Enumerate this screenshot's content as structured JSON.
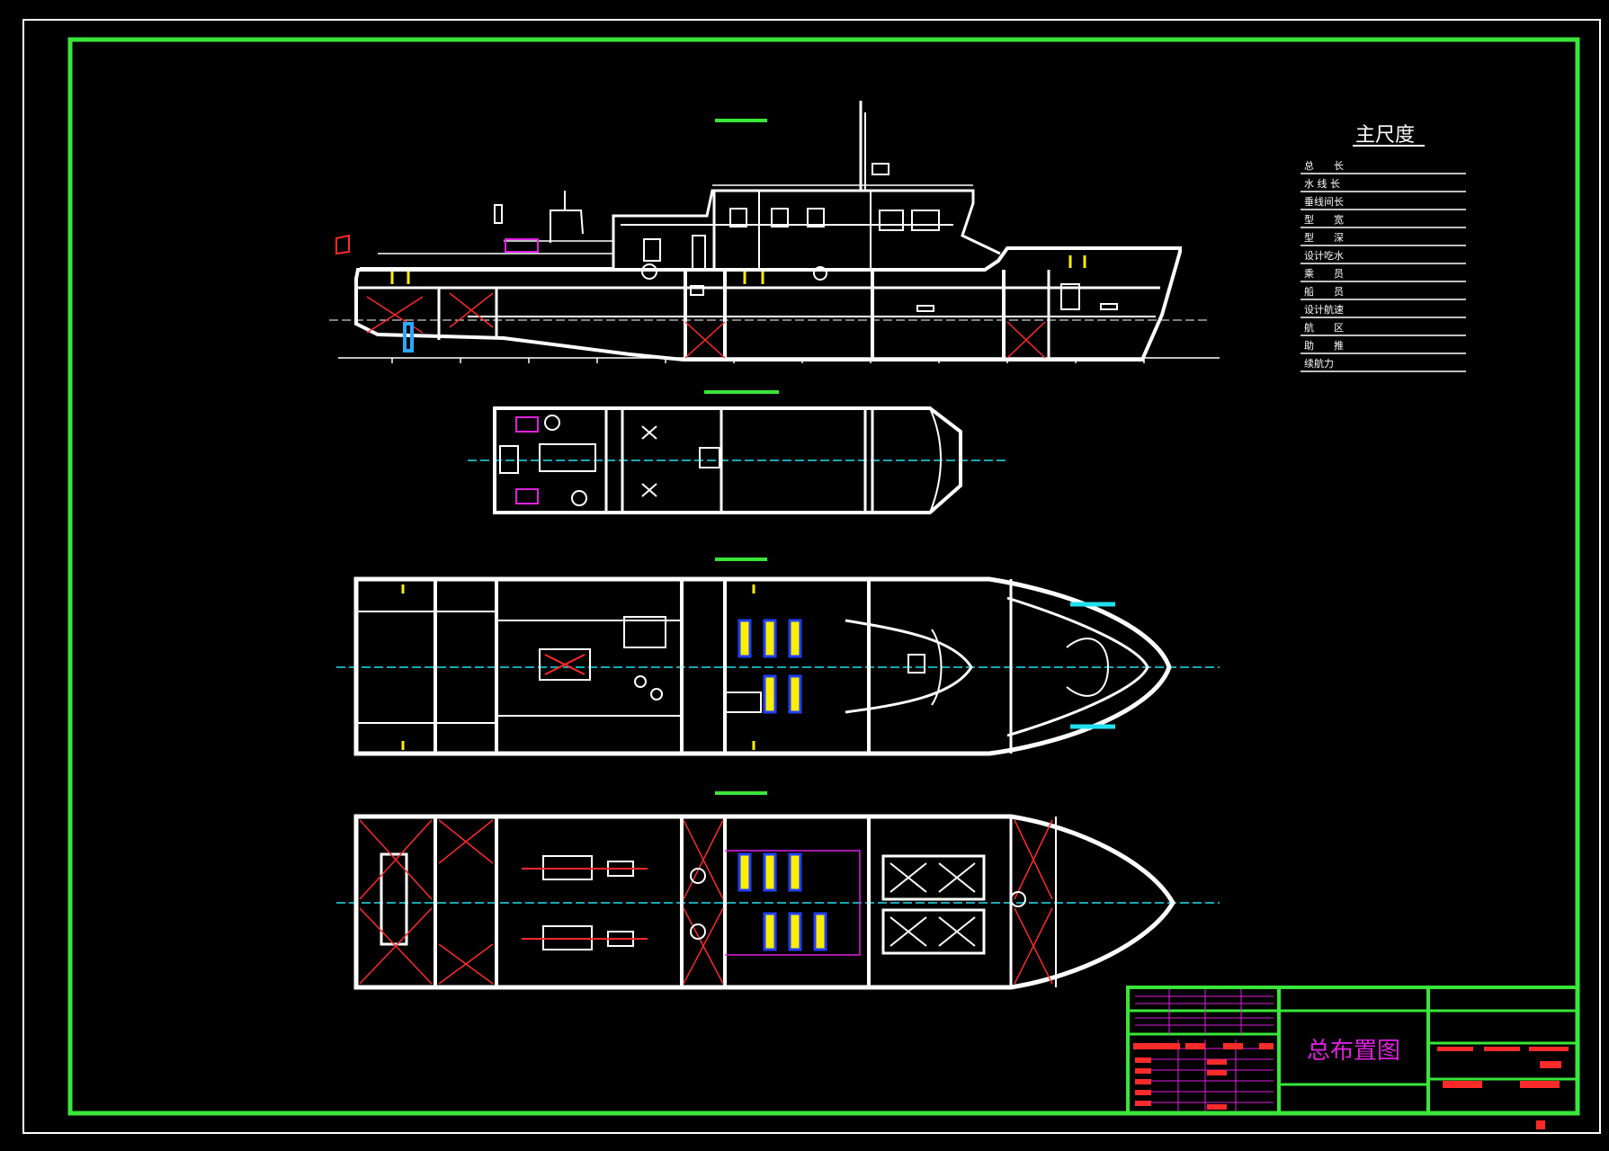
{
  "drawing": {
    "main_title": "总布置图",
    "project_name": "",
    "colors": {
      "background": "#000000",
      "frame": "#39e639",
      "structure": "#ffffff",
      "title_text": "#e020e0",
      "hatch": "#ff2a2a",
      "seats": "#ffee00",
      "fittings": "#2aa8ff",
      "cyan": "#20e0f0"
    }
  },
  "views": [
    {
      "id": "profile",
      "label": ""
    },
    {
      "id": "upper-deck-plan",
      "label": ""
    },
    {
      "id": "main-deck-plan",
      "label": ""
    },
    {
      "id": "hold-plan",
      "label": ""
    }
  ],
  "particulars": {
    "title": "主尺度",
    "rows": [
      {
        "label": "总　　长",
        "value": ""
      },
      {
        "label": "水 线 长",
        "value": ""
      },
      {
        "label": "垂线间长",
        "value": ""
      },
      {
        "label": "型　　宽",
        "value": ""
      },
      {
        "label": "型　　深",
        "value": ""
      },
      {
        "label": "设计吃水",
        "value": ""
      },
      {
        "label": "乘　　员",
        "value": ""
      },
      {
        "label": "船　　员",
        "value": ""
      },
      {
        "label": "设计航速",
        "value": ""
      },
      {
        "label": "航　　区",
        "value": ""
      },
      {
        "label": "助　　推",
        "value": ""
      },
      {
        "label": "续航力",
        "value": ""
      }
    ]
  },
  "icons": [
    "flag-icon",
    "mast-icon",
    "life-raft-icon",
    "anchor-icon",
    "stair-icon",
    "seat-icon"
  ]
}
